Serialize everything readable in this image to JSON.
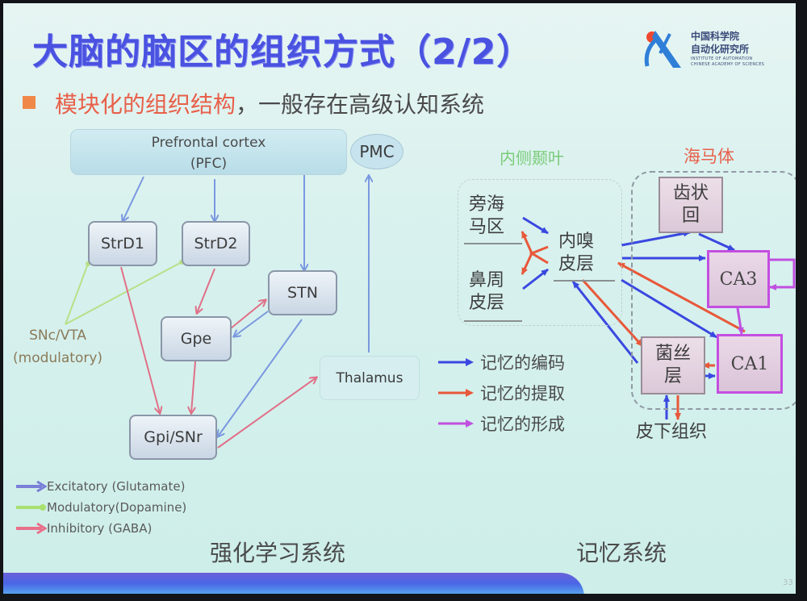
{
  "slide": {
    "title": "大脑的脑区的组织方式（2/2）",
    "bullet": {
      "highlight": "模块化的组织结构",
      "rest": "，一般存在高级认知系统"
    },
    "logo": {
      "cn_line1": "中国科学院",
      "cn_line2": "自动化研究所",
      "en_line1": "INSTITUTE OF AUTOMATION",
      "en_line2": "CHINESE ACADEMY OF SCIENCES",
      "colors": {
        "accent_dot": "#f04830",
        "swoosh": "#2f7fd8"
      }
    },
    "page_number": "33"
  },
  "left_diagram": {
    "caption": "强化学习系统",
    "nodes": {
      "pfc_line1": "Prefrontal cortex",
      "pfc_line2": "(PFC)",
      "pmc": "PMC",
      "strd1": "StrD1",
      "strd2": "StrD2",
      "stn": "STN",
      "gpe": "Gpe",
      "gpi": "Gpi/SNr",
      "thalamus": "Thalamus",
      "snc_line1": "SNc/VTA",
      "snc_line2": "(modulatory)"
    },
    "legend": [
      {
        "label": "Excitatory (Glutamate)",
        "color": "#7a80d8"
      },
      {
        "label": "Modulatory(Dopamine)",
        "color": "#a8e070"
      },
      {
        "label": "Inhibitory (GABA)",
        "color": "#e8708a"
      }
    ],
    "edges": [
      {
        "from": "PFC",
        "to": "StrD1",
        "type": "excitatory"
      },
      {
        "from": "PFC",
        "to": "StrD2",
        "type": "excitatory"
      },
      {
        "from": "PFC",
        "to": "STN",
        "type": "excitatory"
      },
      {
        "from": "SNc/VTA",
        "to": "StrD1",
        "type": "modulatory"
      },
      {
        "from": "SNc/VTA",
        "to": "StrD2",
        "type": "modulatory"
      },
      {
        "from": "StrD2",
        "to": "Gpe",
        "type": "inhibitory"
      },
      {
        "from": "StrD1",
        "to": "Gpi/SNr",
        "type": "inhibitory"
      },
      {
        "from": "Gpe",
        "to": "STN",
        "type": "inhibitory"
      },
      {
        "from": "STN",
        "to": "Gpe",
        "type": "excitatory"
      },
      {
        "from": "Gpe",
        "to": "Gpi/SNr",
        "type": "inhibitory"
      },
      {
        "from": "STN",
        "to": "Gpi/SNr",
        "type": "excitatory"
      },
      {
        "from": "Gpi/SNr",
        "to": "Thalamus",
        "type": "inhibitory"
      },
      {
        "from": "Thalamus",
        "to": "PMC",
        "type": "excitatory"
      }
    ]
  },
  "right_diagram": {
    "caption": "记忆系统",
    "mtl_label": "内侧颞叶",
    "hippocampus_label": "海马体",
    "nodes": {
      "parahippocampal": [
        "旁海",
        "马区"
      ],
      "perirhinal": [
        "鼻周",
        "皮层"
      ],
      "entorhinal": [
        "内嗅",
        "皮层"
      ],
      "dentate": [
        "齿状",
        "回"
      ],
      "ca3": "CA3",
      "ca1": "CA1",
      "subiculum": [
        "菌丝",
        "层"
      ],
      "subcortical": "皮下组织"
    },
    "legend": [
      {
        "label": "记忆的编码",
        "color": "#3a48e0"
      },
      {
        "label": "记忆的提取",
        "color": "#e8583a"
      },
      {
        "label": "记忆的形成",
        "color": "#c050e0"
      }
    ]
  }
}
